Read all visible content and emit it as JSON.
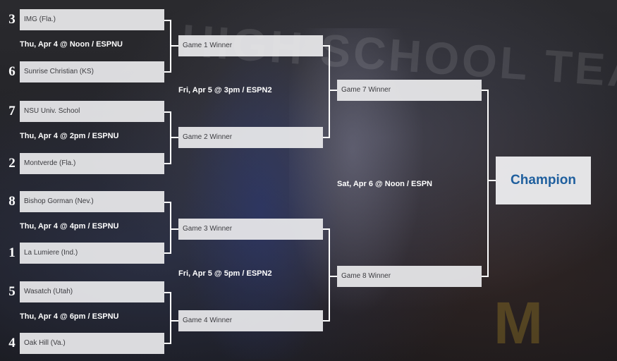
{
  "background": {
    "wall_text": "HIGH SCHOOL TEAM IN",
    "logo_glyph": "M",
    "accent_color": "#1f5f9e"
  },
  "round1": [
    {
      "seed": "3",
      "team": "IMG (Fla.)"
    },
    {
      "seed": "6",
      "team": "Sunrise Christian (KS)"
    },
    {
      "seed": "7",
      "team": "NSU Univ. School"
    },
    {
      "seed": "2",
      "team": "Montverde (Fla.)"
    },
    {
      "seed": "8",
      "team": "Bishop Gorman (Nev.)"
    },
    {
      "seed": "1",
      "team": "La Lumiere (Ind.)"
    },
    {
      "seed": "5",
      "team": "Wasatch (Utah)"
    },
    {
      "seed": "4",
      "team": "Oak Hill (Va.)"
    }
  ],
  "round1_schedule": [
    "Thu, Apr 4 @ Noon / ESPNU",
    "Thu, Apr 4 @ 2pm / ESPNU",
    "Thu, Apr 4 @ 4pm / ESPNU",
    "Thu, Apr 4 @ 6pm / ESPNU"
  ],
  "round2": [
    "Game 1 Winner",
    "Game 2 Winner",
    "Game 3 Winner",
    "Game 4 Winner"
  ],
  "round2_schedule": [
    "Fri, Apr 5 @ 3pm / ESPN2",
    "Fri, Apr 5 @ 5pm / ESPN2"
  ],
  "round3": [
    "Game 7 Winner",
    "Game 8 Winner"
  ],
  "final_schedule": "Sat, Apr 6 @ Noon / ESPN",
  "champion": "Champion"
}
